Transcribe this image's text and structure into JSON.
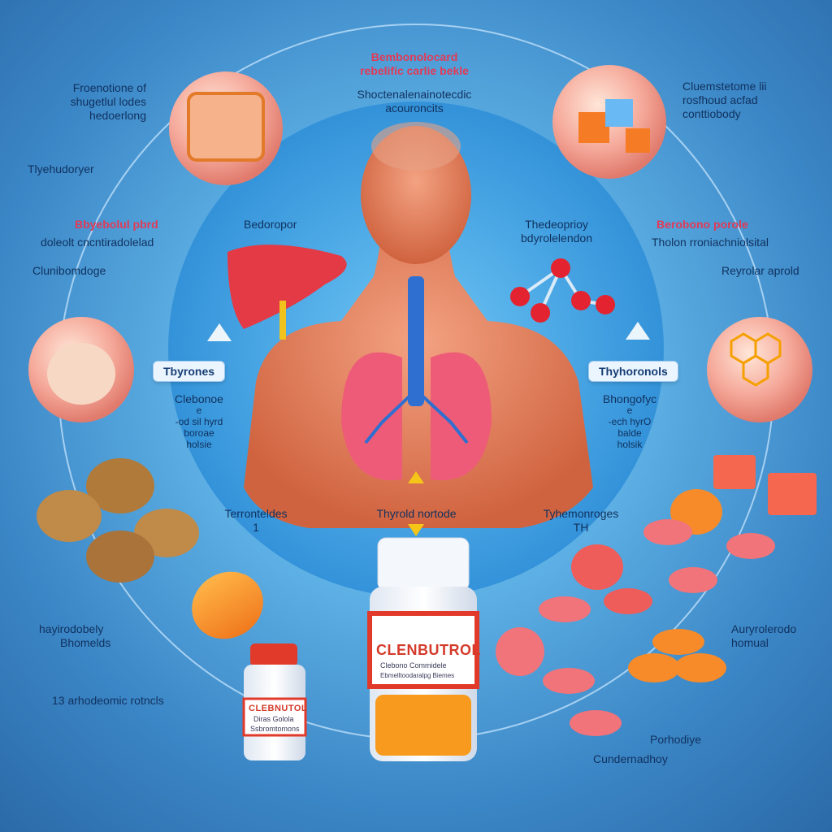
{
  "top_center": {
    "title_red": "Bembonolocard",
    "title_red_2": "rebelific carlie bekle",
    "subtitle": "Shoctenalenainotecdic",
    "subtitle_2": "acouroncits"
  },
  "top_left": {
    "lines": [
      "Froenotione of",
      "shugetlul lodes",
      "hedoerlong"
    ],
    "tag": "Tlyehudoryer"
  },
  "top_right": {
    "lines": [
      "Cluemstetome lii",
      "rosfhoud acfad",
      "conttiobody"
    ]
  },
  "mid_left": {
    "red": "Bbyebolul pbrd",
    "line": "doleolt cncntiradolelad",
    "line2": "Clunibomdoge",
    "organ_label": "Bedoropor"
  },
  "mid_right": {
    "red": "Berobono porole",
    "line": "Tholon rroniachniolsital",
    "line2": "Reyrolar aprold",
    "organ_label": "Thedeoprioy",
    "organ_label_2": "bdyrolelendon"
  },
  "pill_left": "Tbyrones",
  "pill_right": "Thyhoronols",
  "left_block": [
    "Clebonoe",
    "e",
    "-od sil hyrd",
    "boroae",
    "holsie"
  ],
  "right_block": [
    "Bhongofyc",
    "e",
    "-ech hyrO",
    "balde",
    "holsik"
  ],
  "lower_left_center": [
    "Terronteldes",
    "1"
  ],
  "lower_center": "Thyrold nortode",
  "lower_right_center": [
    "Tyhemonroges",
    "TH"
  ],
  "bottom_left": {
    "lines": [
      "hayirodobely",
      "Bhomelds"
    ],
    "note": "13 arhodeomic rotncls"
  },
  "bottom_right": {
    "lines": [
      "Auryrolerodo",
      "homual"
    ],
    "note1": "Porhodiye",
    "note2": "Cundernadhoy"
  },
  "big_bottle": {
    "brand": "CLENBUTROL",
    "sub1": "Clebono Commidele",
    "sub2": "Ebmelltoodaralpg Biemes"
  },
  "small_bottle": {
    "brand": "CLEBNUTOL",
    "sub1": "Diras Golola",
    "sub2": "Ssbromtomons"
  },
  "colors": {
    "accent_red": "#e23a56",
    "text_dark": "#10315e",
    "background": "#5fb2e6"
  }
}
